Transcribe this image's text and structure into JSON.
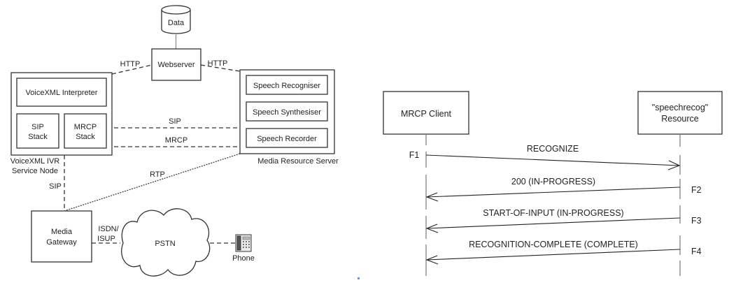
{
  "architecture": {
    "data_store": "Data",
    "webserver": "Webserver",
    "http_left": "HTTP",
    "http_right": "HTTP",
    "ivr_node": {
      "interpreter": "VoiceXML Interpreter",
      "sip_stack": [
        "SIP",
        "Stack"
      ],
      "mrcp_stack": [
        "MRCP",
        "Stack"
      ],
      "caption": [
        "VoiceXML IVR",
        "Service Node"
      ]
    },
    "media_resource_server": {
      "components": [
        "Speech Recogniser",
        "Speech Synthesiser",
        "Speech Recorder"
      ],
      "caption": "Media Resource Server"
    },
    "links": {
      "sip": "SIP",
      "mrcp": "MRCP",
      "rtp": "RTP",
      "sip_vertical": "SIP",
      "isdn": [
        "ISDN/",
        "ISUP"
      ]
    },
    "media_gateway": [
      "Media",
      "Gateway"
    ],
    "pstn": "PSTN",
    "phone": "Phone"
  },
  "sequence": {
    "client": "MRCP Client",
    "resource": [
      "\"speechrecog\"",
      "Resource"
    ],
    "messages": [
      {
        "id": "F1",
        "label": "RECOGNIZE",
        "direction": "client-to-resource"
      },
      {
        "id": "F2",
        "label": "200 (IN-PROGRESS)",
        "direction": "resource-to-client"
      },
      {
        "id": "F3",
        "label": "START-OF-INPUT (IN-PROGRESS)",
        "direction": "resource-to-client"
      },
      {
        "id": "F4",
        "label": "RECOGNITION-COMPLETE (COMPLETE)",
        "direction": "resource-to-client"
      }
    ]
  }
}
